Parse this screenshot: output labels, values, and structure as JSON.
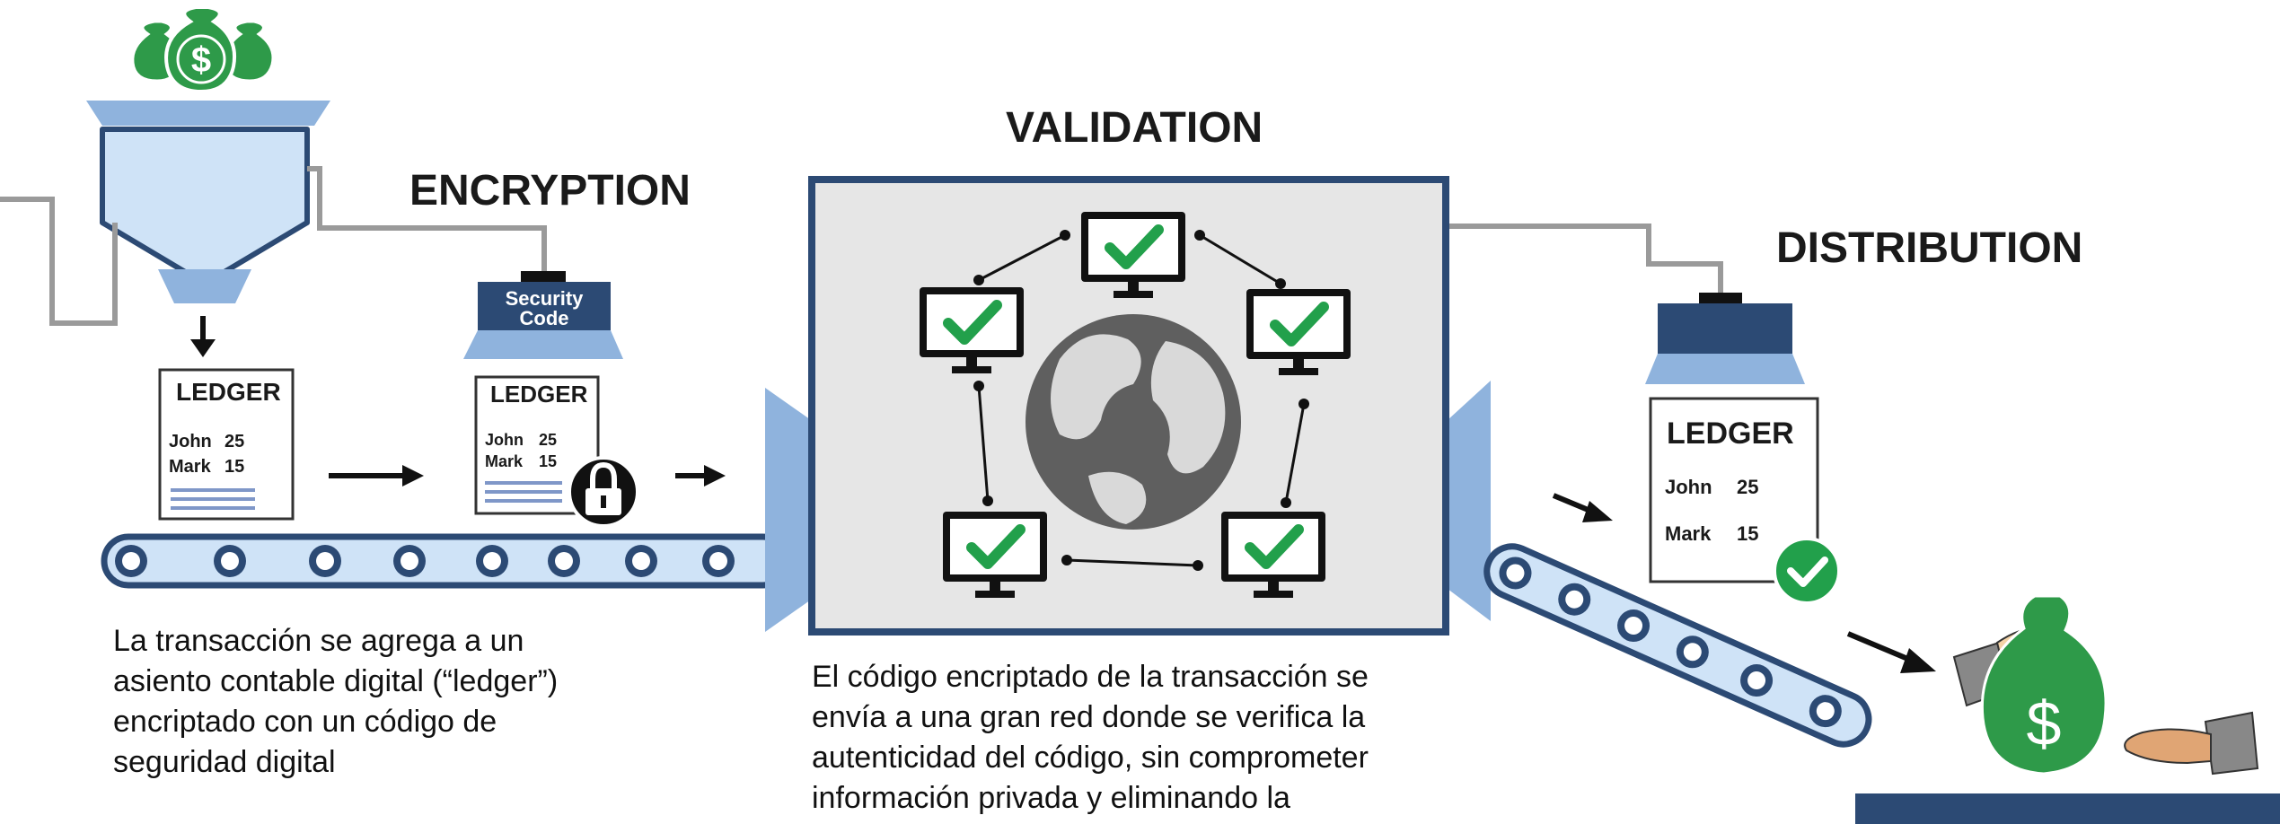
{
  "headings": {
    "encryption": "ENCRYPTION",
    "validation": "VALIDATION",
    "distribution": "DISTRIBUTION"
  },
  "security_code": {
    "line1": "Security",
    "line2": "Code"
  },
  "ledger": {
    "title": "LEDGER",
    "rows": [
      {
        "name": "John",
        "value": "25"
      },
      {
        "name": "Mark",
        "value": "15"
      }
    ]
  },
  "money_symbol": "$",
  "captions": {
    "left": [
      "La transacción se agrega a un",
      "asiento contable digital (“ledger”)",
      "encriptado con un código de",
      "seguridad digital"
    ],
    "middle": [
      "El código encriptado de la transacción se",
      "envía a una gran red donde se verifica la",
      "autenticidad del código, sin comprometer",
      "información privada y eliminando la"
    ]
  },
  "colors": {
    "navy": "#2c4a74",
    "light_blue": "#c9def5",
    "mid_blue": "#8fb3dd",
    "green": "#2e9a49",
    "check_green": "#22a04b",
    "gray_panel": "#e6e6e6",
    "globe": "#5f5f5f",
    "line_gray": "#9a9a9a"
  },
  "icons": [
    "money-bags-icon",
    "funnel-icon",
    "lock-icon",
    "check-circle-icon",
    "monitor-icon",
    "globe-icon",
    "hand-icon",
    "money-bag-icon",
    "arrow-icon"
  ]
}
